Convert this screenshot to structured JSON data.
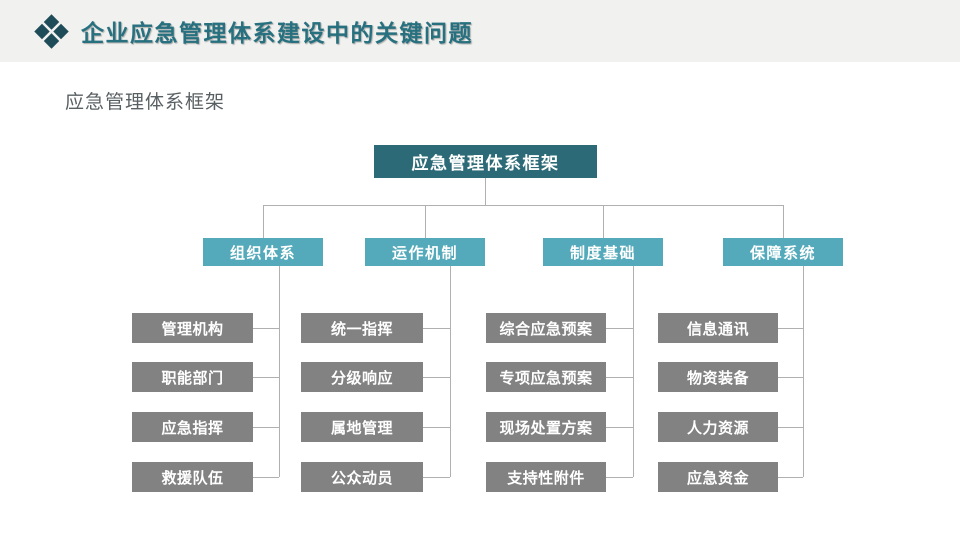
{
  "header": {
    "title": "企业应急管理体系建设中的关键问题",
    "logo_icon": "diamond-cluster-icon"
  },
  "subtitle": "应急管理体系框架",
  "tree": {
    "root": "应急管理体系框架",
    "branches": [
      {
        "label": "组织体系",
        "children": [
          "管理机构",
          "职能部门",
          "应急指挥",
          "救援队伍"
        ]
      },
      {
        "label": "运作机制",
        "children": [
          "统一指挥",
          "分级响应",
          "属地管理",
          "公众动员"
        ]
      },
      {
        "label": "制度基础",
        "children": [
          "综合应急预案",
          "专项应急预案",
          "现场处置方案",
          "支持性附件"
        ]
      },
      {
        "label": "保障系统",
        "children": [
          "信息通讯",
          "物资装备",
          "人力资源",
          "应急资金"
        ]
      }
    ]
  },
  "colors": {
    "header_bg": "#f1f1ef",
    "title_text": "#26707f",
    "icon": "#1e4d59",
    "subtitle_text": "#596063",
    "root_box": "#2d6a77",
    "branch_box": "#54aaba",
    "leaf_box": "#828282",
    "connector": "#b0b0b0"
  }
}
